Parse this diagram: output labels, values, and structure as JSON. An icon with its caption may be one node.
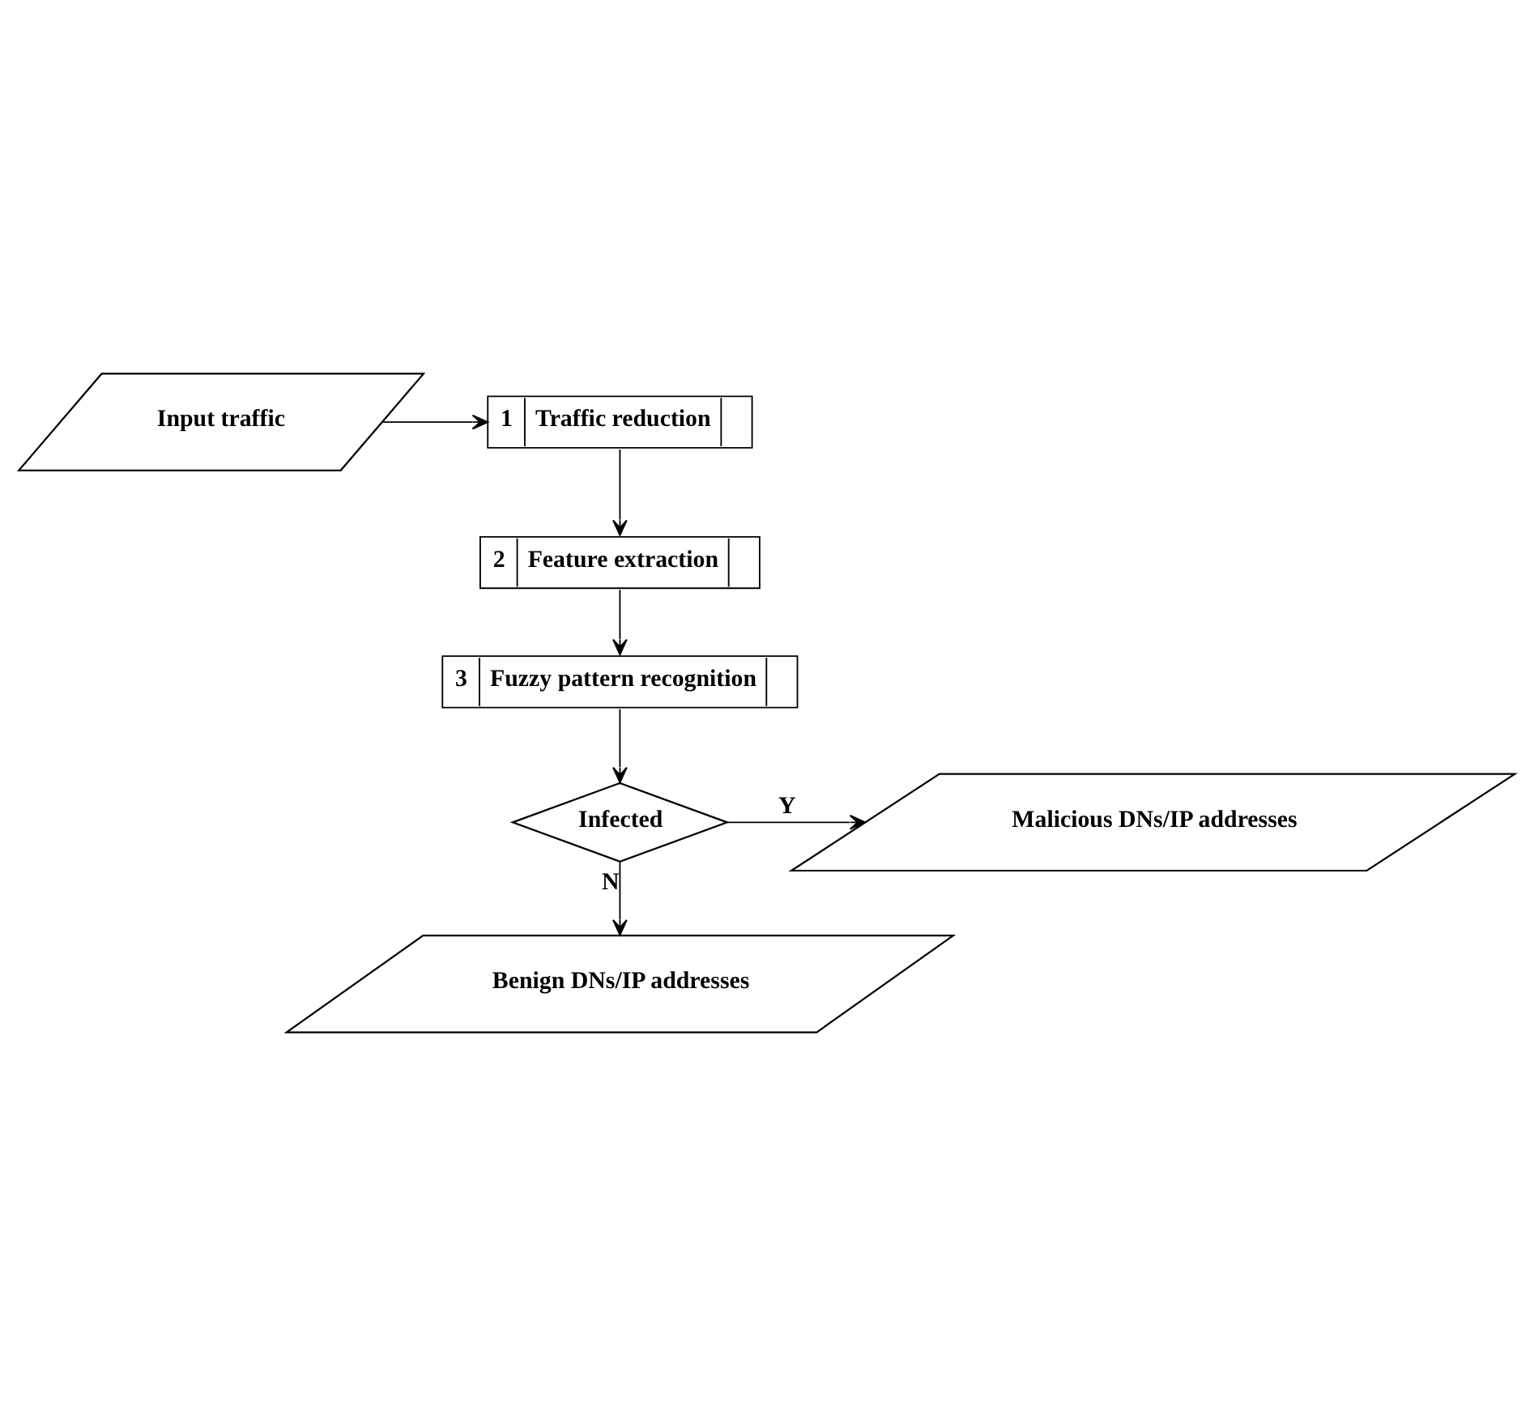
{
  "diagram": {
    "nodes": [
      {
        "text": [
          "Input traffic"
        ]
      },
      {
        "text": [
          "1",
          "Traffic reduction"
        ]
      },
      {
        "text": [
          "2",
          "Feature extraction"
        ]
      },
      {
        "text": [
          "3",
          "Fuzzy pattern recognition"
        ]
      },
      {
        "text": [
          "Infected"
        ]
      },
      {
        "text": [
          "Malicious DNs/IP addresses"
        ]
      },
      {
        "text": [
          "Benign DNs/IP addresses"
        ]
      }
    ],
    "edges": [
      {
        "from": 0,
        "to": 1,
        "arrow": "to"
      },
      {
        "from": 1,
        "to": 2,
        "arrow": "to"
      },
      {
        "from": 2,
        "to": 3,
        "arrow": "to"
      },
      {
        "from": 3,
        "to": 4,
        "arrow": "to"
      },
      {
        "from": 4,
        "to": 5,
        "arrow": "to",
        "label": "Y"
      },
      {
        "from": 4,
        "to": 6,
        "arrow": "to",
        "label": "N"
      }
    ]
  }
}
